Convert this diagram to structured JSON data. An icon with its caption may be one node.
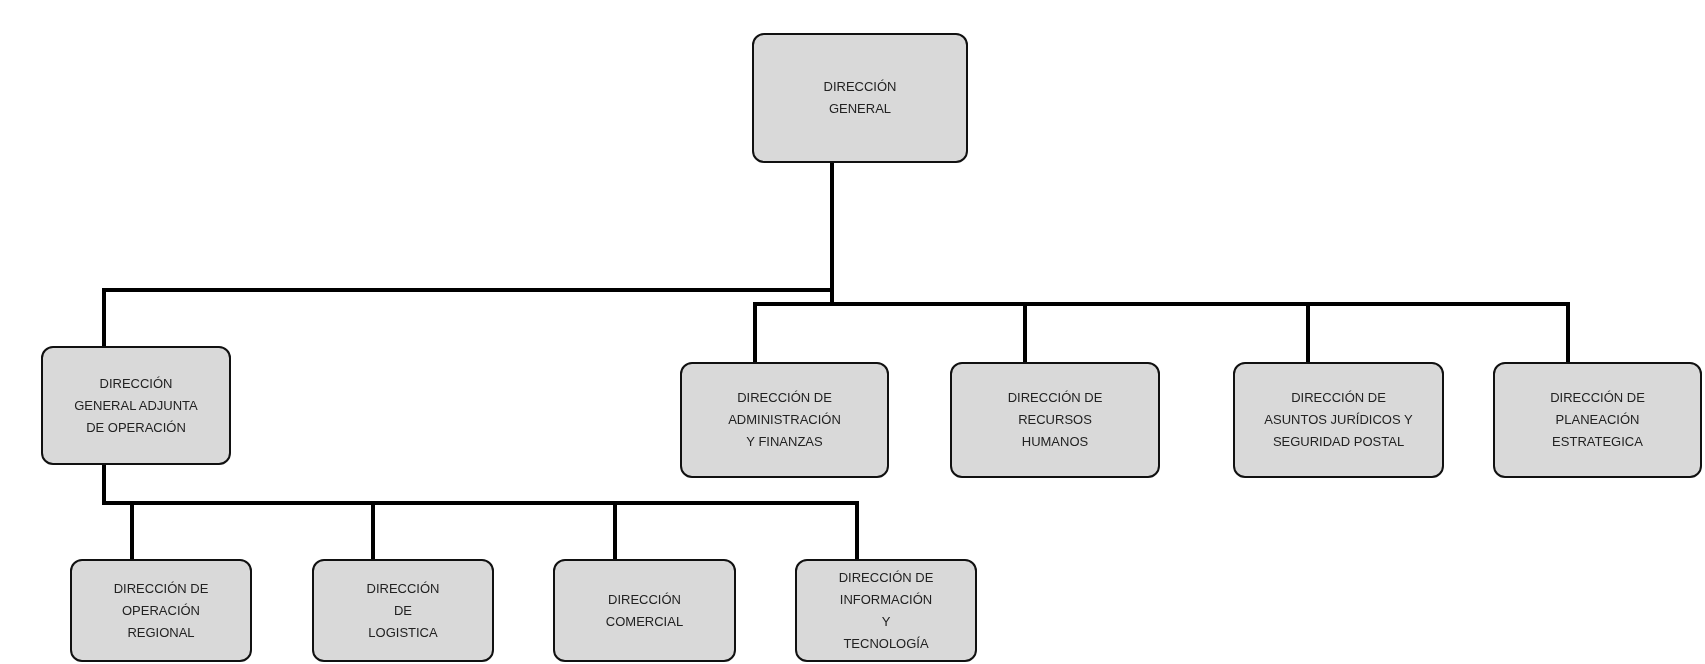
{
  "diagram": {
    "nodes": [
      {
        "text": [
          "DIRECCIÓN GENERAL"
        ]
      },
      {
        "text": [
          "DIRECCIÓN GENERAL ADJUNTA DE OPERACIÓN"
        ]
      },
      {
        "text": [
          "DIRECCIÓN DE ADMINISTRACIÓN Y FINANZAS"
        ]
      },
      {
        "text": [
          "DIRECCIÓN DE RECURSOS HUMANOS"
        ]
      },
      {
        "text": [
          "DIRECCIÓN DE ASUNTOS JURÍDICOS Y SEGURIDAD POSTAL"
        ]
      },
      {
        "text": [
          "DIRECCIÓN DE PLANEACIÓN ESTRATEGICA"
        ]
      },
      {
        "text": [
          "DIRECCIÓN DE OPERACIÓN REGIONAL"
        ]
      },
      {
        "text": [
          "DIRECCIÓN DE LOGISTICA"
        ]
      },
      {
        "text": [
          "DIRECCIÓN COMERCIAL"
        ]
      },
      {
        "text": [
          "DIRECCIÓN DE INFORMACIÓN Y TECNOLOGÍA"
        ]
      }
    ],
    "edges": [
      {
        "from": 0,
        "to": 1,
        "arrow": "none"
      },
      {
        "from": 0,
        "to": 2,
        "arrow": "none"
      },
      {
        "from": 0,
        "to": 3,
        "arrow": "none"
      },
      {
        "from": 0,
        "to": 4,
        "arrow": "none"
      },
      {
        "from": 0,
        "to": 5,
        "arrow": "none"
      },
      {
        "from": 1,
        "to": 6,
        "arrow": "none"
      },
      {
        "from": 1,
        "to": 7,
        "arrow": "none"
      },
      {
        "from": 1,
        "to": 8,
        "arrow": "none"
      },
      {
        "from": 1,
        "to": 9,
        "arrow": "none"
      }
    ]
  }
}
